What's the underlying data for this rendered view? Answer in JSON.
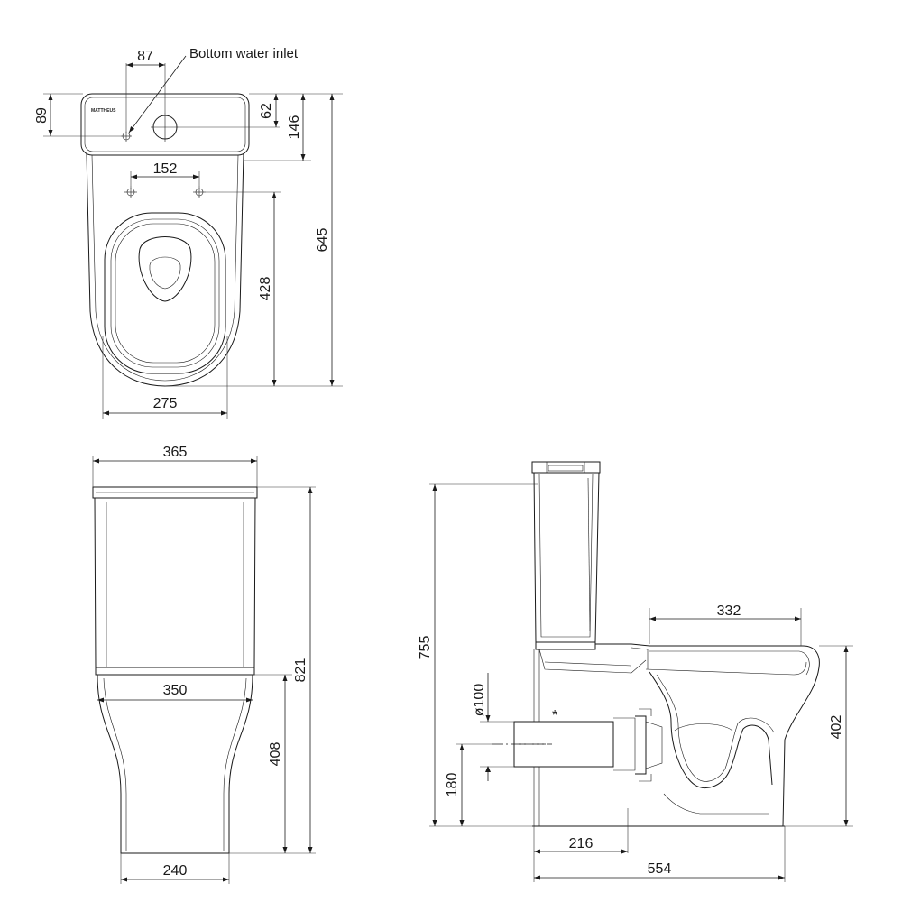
{
  "top_view": {
    "labels": {
      "bottom_water_inlet": "Bottom water inlet",
      "logo": "MATTHEUS"
    },
    "dimensions": {
      "d87": "87",
      "d89": "89",
      "d62": "62",
      "d146": "146",
      "d645": "645",
      "d152": "152",
      "d428": "428",
      "d275": "275"
    }
  },
  "front_view": {
    "dimensions": {
      "d365": "365",
      "d350": "350",
      "d821": "821",
      "d408": "408",
      "d240": "240"
    }
  },
  "side_view": {
    "dimensions": {
      "d755": "755",
      "d332": "332",
      "d402": "402",
      "d100": "ø100",
      "d180": "180",
      "d216": "216",
      "d554": "554"
    },
    "note_marker": "*"
  }
}
